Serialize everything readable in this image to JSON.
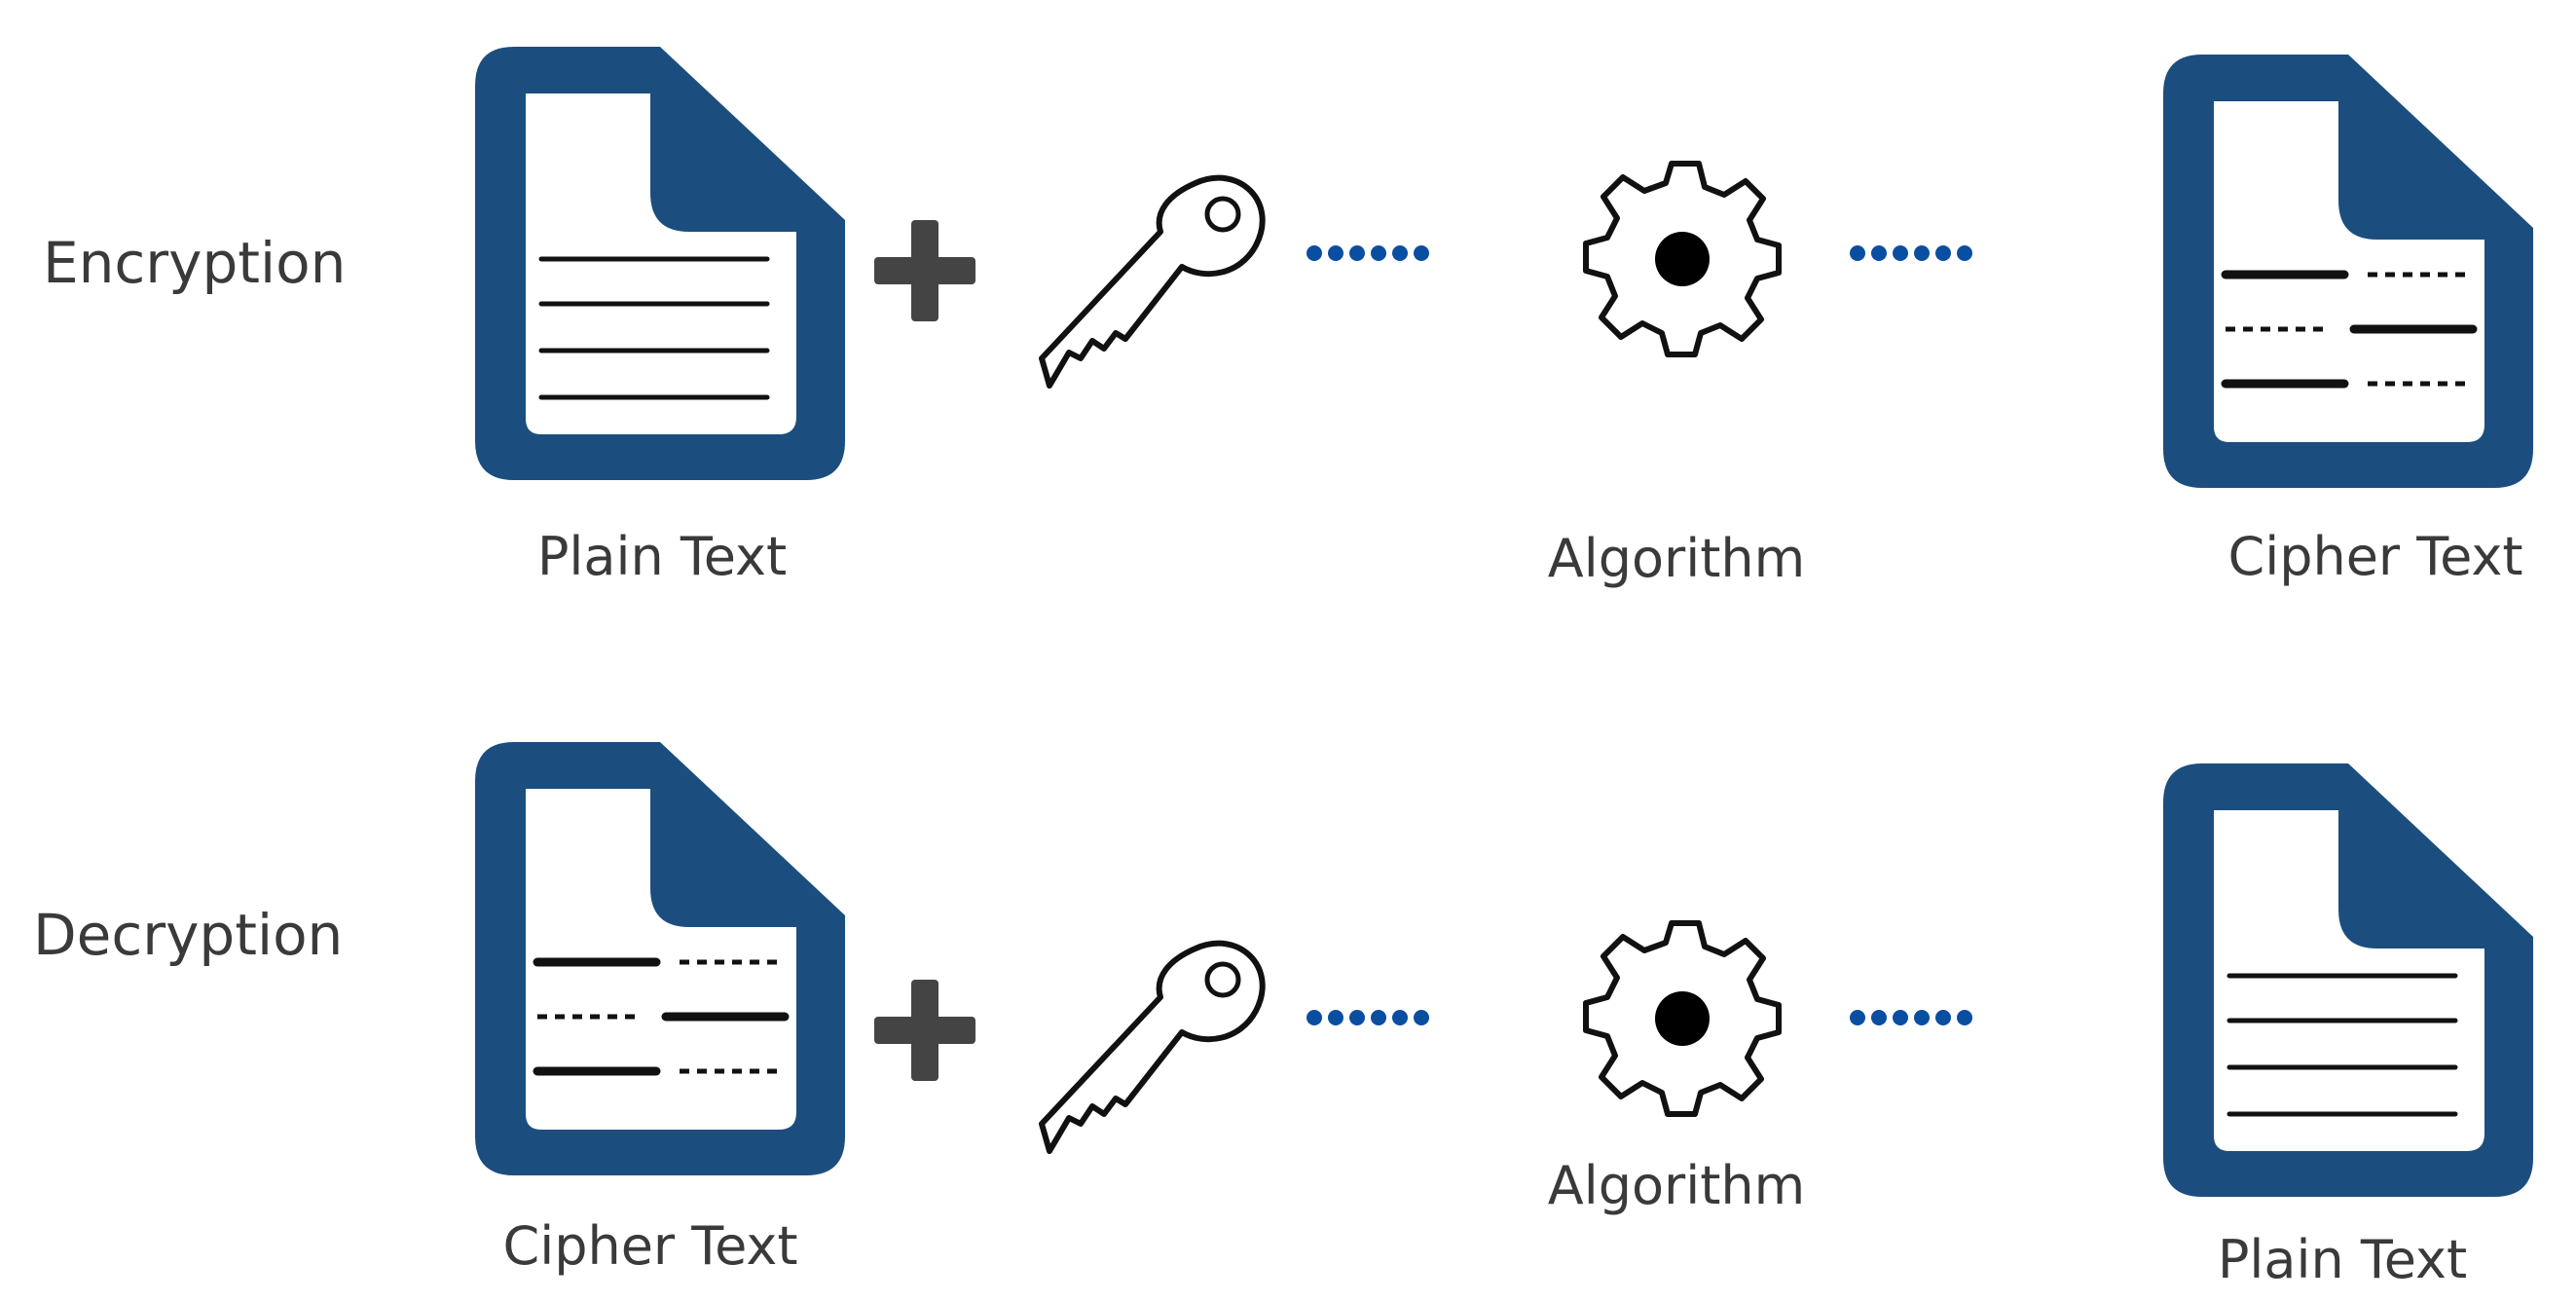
{
  "rows": [
    {
      "label": "Encryption",
      "input_label": "Plain Text",
      "input_doc": "plain",
      "algorithm_label": "Algorithm",
      "output_label": "Cipher Text",
      "output_doc": "cipher"
    },
    {
      "label": "Decryption",
      "input_label": "Cipher Text",
      "input_doc": "cipher",
      "algorithm_label": "Algorithm",
      "output_label": "Plain Text",
      "output_doc": "plain"
    }
  ],
  "icons": {
    "document": "document-icon",
    "plus": "plus-icon",
    "key": "key-icon",
    "gear": "gear-icon",
    "connector": "dotted-connector"
  },
  "colors": {
    "document_blue": "#1b4e7e",
    "dot_blue": "#0a4ea2",
    "plus_gray": "#444444",
    "text_gray": "#3a3a3a"
  }
}
